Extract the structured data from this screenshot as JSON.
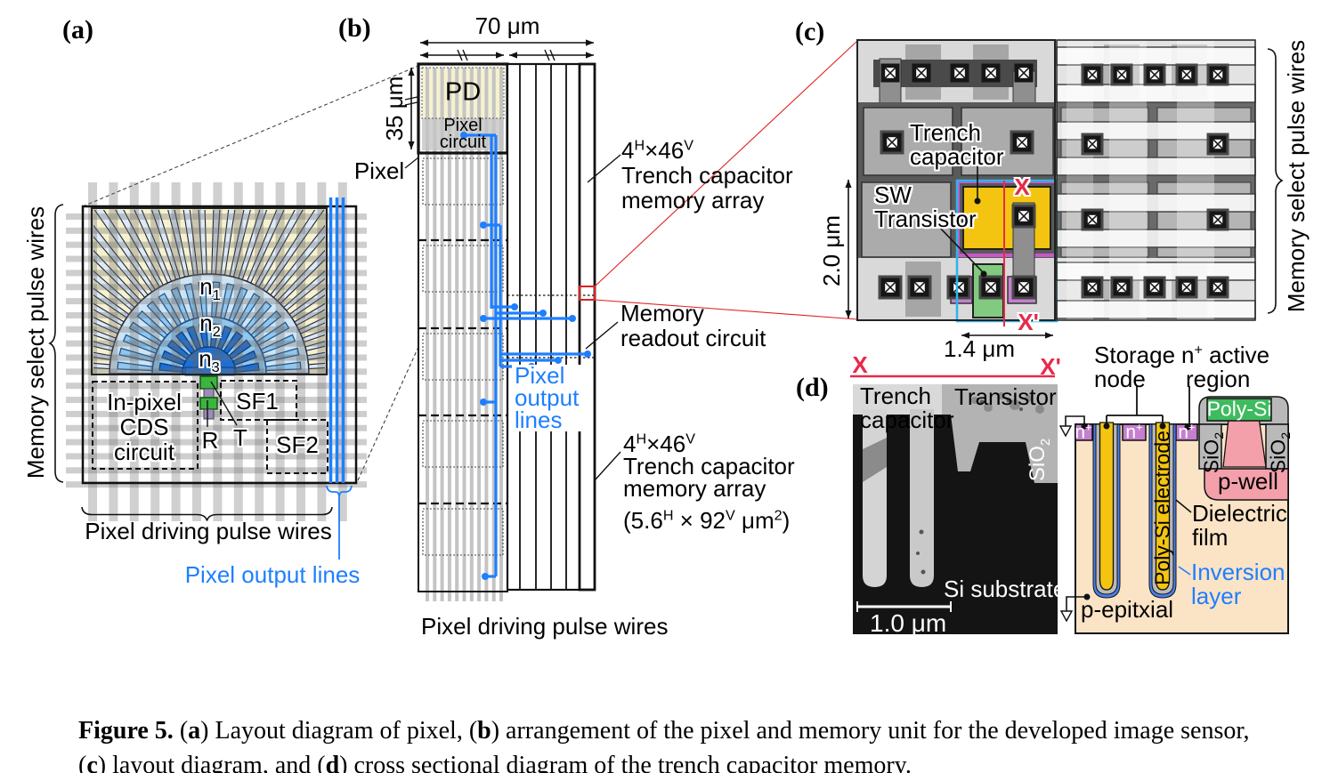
{
  "panel_a": {
    "letter": "(a)",
    "left_axis": "Memory select pulse wires",
    "n1": "n~1~",
    "n2": "n~2~",
    "n3": "n~3~",
    "cds_l1": "In-pixel",
    "cds_l2": "CDS",
    "cds_l3": "circuit",
    "sf1": "SF1",
    "sf2": "SF2",
    "r": "R",
    "t": "T",
    "bottom_label": "Pixel driving pulse wires",
    "output_label": "Pixel output lines"
  },
  "panel_b": {
    "letter": "(b)",
    "width_dim": "70 μm",
    "height_dim": "35 μm",
    "pixel_label": "Pixel",
    "pd": "PD",
    "pixel_circuit_l1": "Pixel",
    "pixel_circuit_l2": "circuit",
    "array_top_l1": "4^H^×46^V^",
    "array_top_l2": "Trench capacitor",
    "array_top_l3": "memory array",
    "readout_l1": "Memory",
    "readout_l2": "readout circuit",
    "output_l1": "Pixel",
    "output_l2": "output",
    "output_l3": "lines",
    "array_bot_l1": "4^H^×46^V^",
    "array_bot_l2": "Trench capacitor",
    "array_bot_l3": "memory array",
    "array_bot_l4": "(5.6^H^ × 92^V^ μm^2^)",
    "bottom_label": "Pixel driving pulse wires"
  },
  "panel_c": {
    "letter": "(c)",
    "trench_l1": "Trench",
    "trench_l2": "capacitor",
    "sw_l1": "SW",
    "sw_l2": "Transistor",
    "x": "X",
    "x_prime": "X'",
    "height_dim": "2.0 μm",
    "width_dim": "1.4 μm",
    "right_axis": "Memory select pulse wires"
  },
  "panel_d": {
    "letter": "(d)",
    "x": "X",
    "x_prime": "X'",
    "sem": {
      "trench_l1": "Trench",
      "trench_l2": "capacitor",
      "transistor": "Transistor",
      "sio2": "SiO~2~",
      "si_substrate": "Si substrate",
      "scale": "1.0 μm"
    },
    "schematic": {
      "storage_l1": "Storage",
      "storage_l2": "node",
      "nactive_l1": "n^+^ active",
      "nactive_l2": "region",
      "poly_si": "Poly-Si",
      "n_plus": "n^+^",
      "sio2": "SiO~2~",
      "p_well": "p-well",
      "poly_si_electrode": "Poly-Si electrode",
      "dielectric_l1": "Dielectric",
      "dielectric_l2": "film",
      "inversion_l1": "Inversion",
      "inversion_l2": "layer",
      "p_epitaxial": "p-epitxial"
    }
  },
  "caption": {
    "segments": [
      {
        "t": "Figure 5.",
        "b": true
      },
      {
        "t": " (",
        "b": false
      },
      {
        "t": "a",
        "b": true
      },
      {
        "t": ") Layout diagram of pixel, (",
        "b": false
      },
      {
        "t": "b",
        "b": true
      },
      {
        "t": ") arrangement of the pixel and memory unit for the developed image sensor, (",
        "b": false
      },
      {
        "t": "c",
        "b": true
      },
      {
        "t": ") layout diagram, and (",
        "b": false
      },
      {
        "t": "d",
        "b": true
      },
      {
        "t": ") cross sectional diagram of the trench capacitor memory.",
        "b": false
      }
    ]
  },
  "colors": {
    "accent_blue": "#1e7fff",
    "crimson": "#e8294a",
    "zoom_red": "#e02020",
    "trench_yellow": "#f3c511",
    "pd_yellow": "#f6f1cf",
    "light_blue": "#cfe4f3",
    "mid_blue": "#92c6ea",
    "dark_blue": "#1e6fd4",
    "green": "#3cb53c",
    "sw_green": "#82ca7f",
    "poly_green": "#3fbb5f",
    "nplus_purple": "#c57fd0",
    "pink": "#f3a0ab",
    "peach": "#fbe3c6"
  }
}
